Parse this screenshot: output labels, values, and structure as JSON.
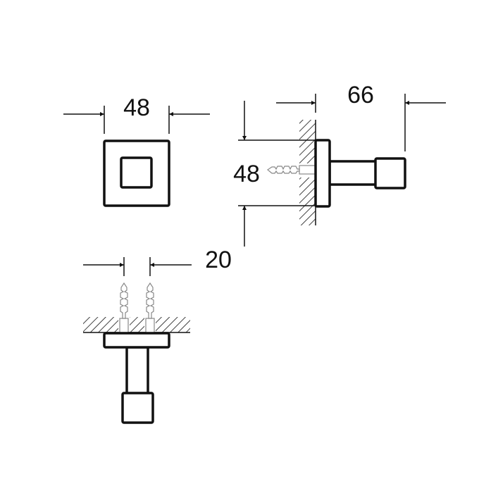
{
  "drawing": {
    "front_view": {
      "width_label": "48"
    },
    "side_view": {
      "height_label": "48",
      "depth_label": "66"
    },
    "top_view": {
      "screw_spacing_label": "20"
    }
  },
  "colors": {
    "line": "#111111",
    "screw": "#888888"
  }
}
